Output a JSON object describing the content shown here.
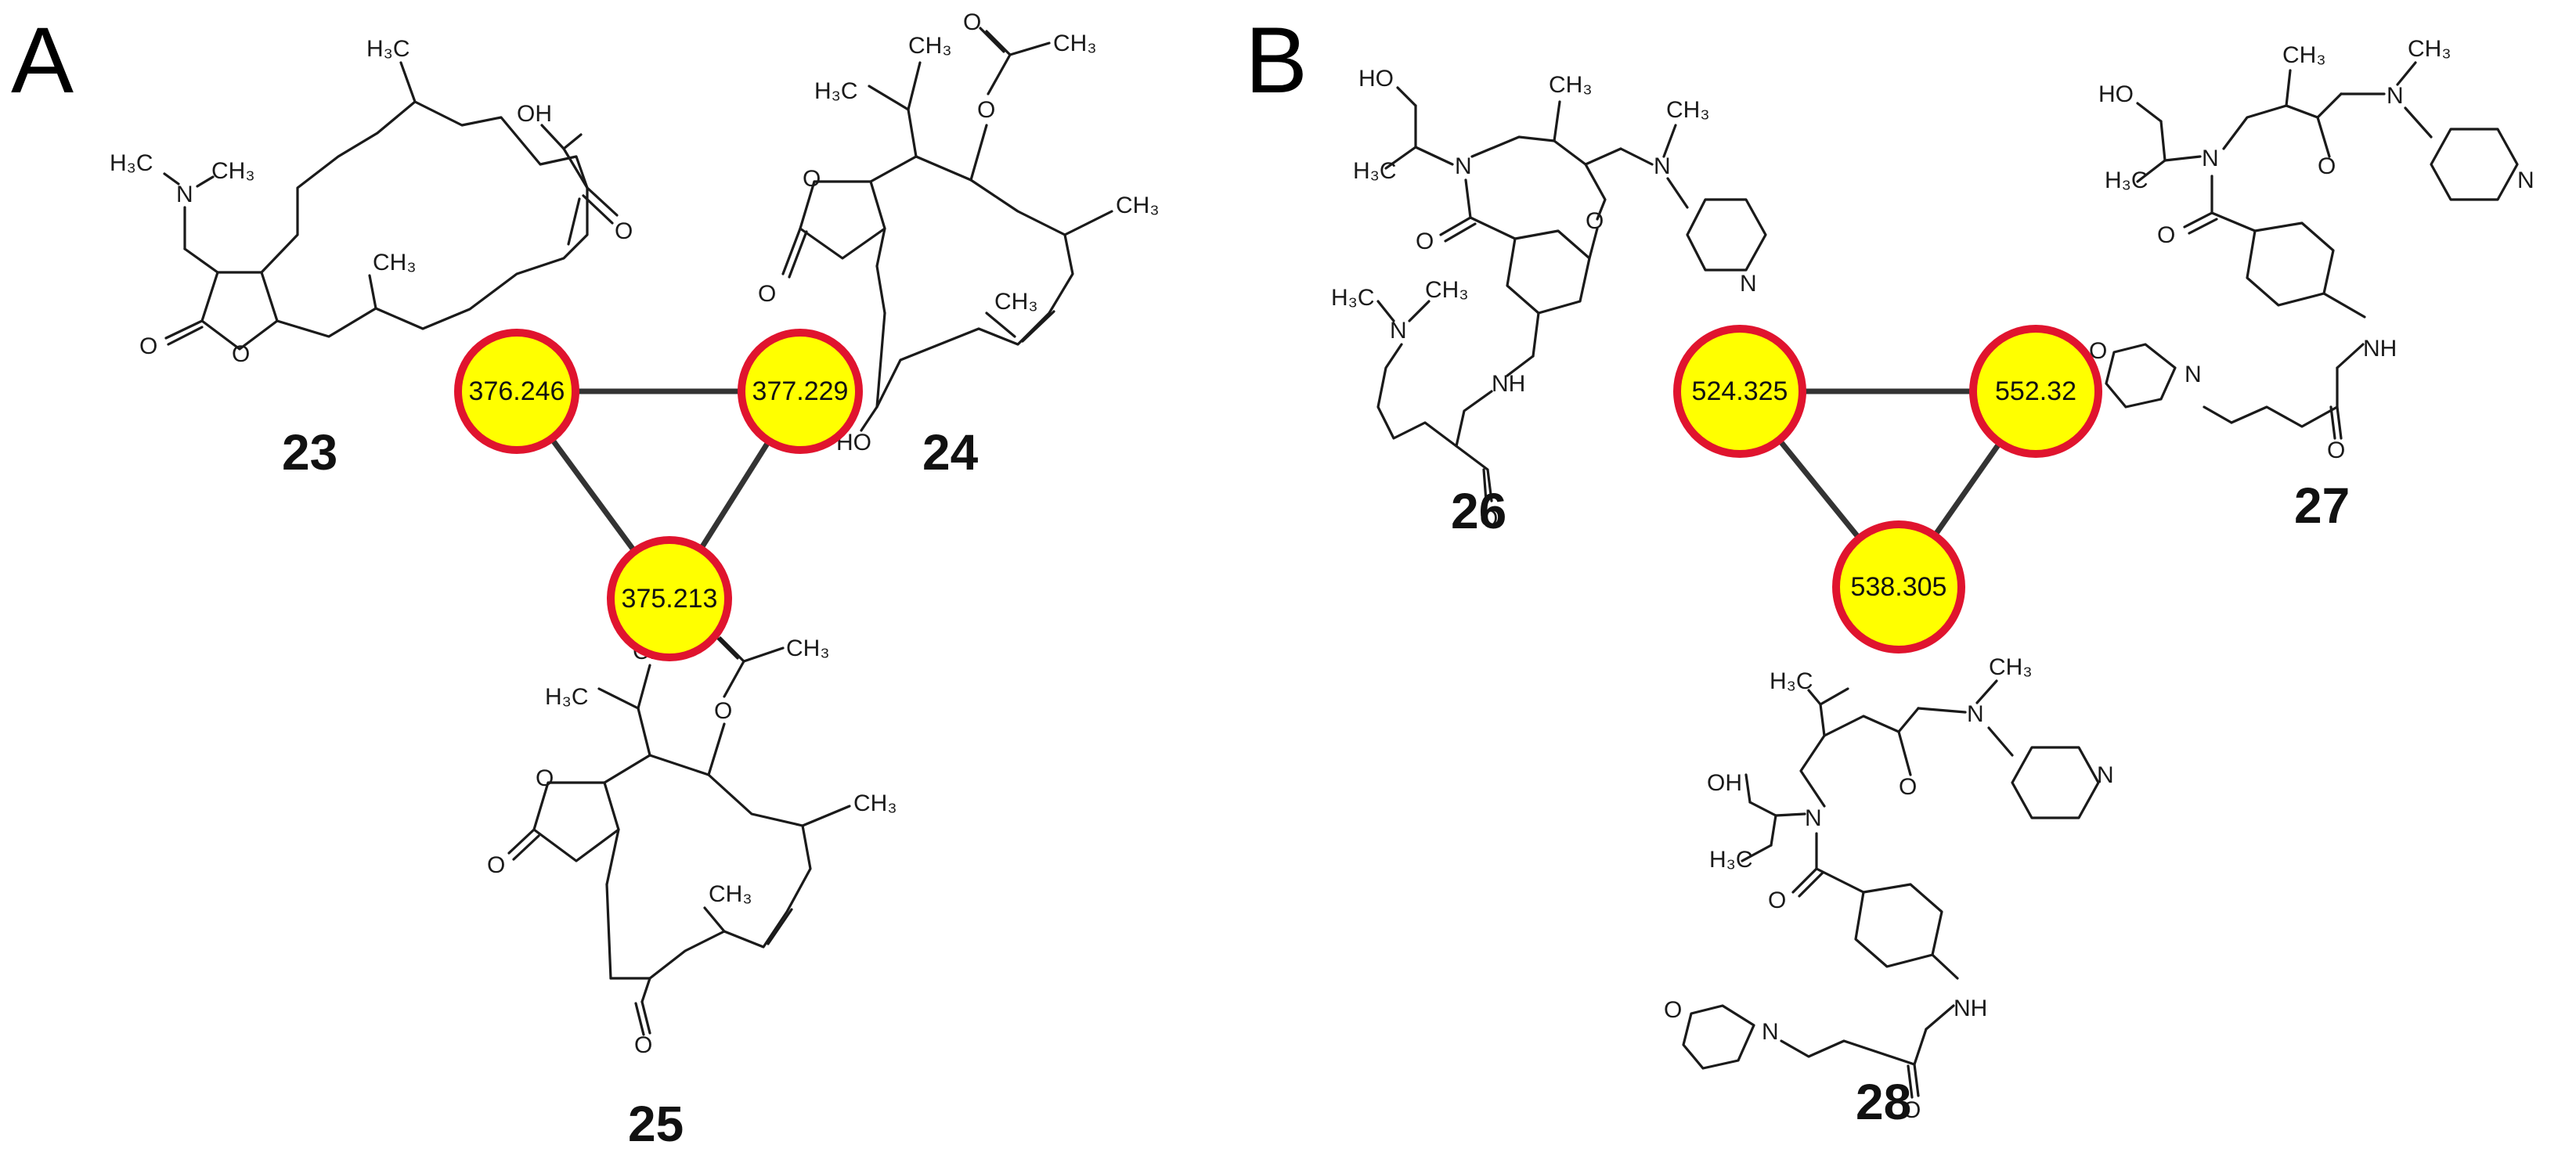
{
  "panels": [
    {
      "letter": "A"
    },
    {
      "letter": "B"
    }
  ],
  "compounds": {
    "c23": "23",
    "c24": "24",
    "c25": "25",
    "c26": "26",
    "c27": "27",
    "c28": "28"
  },
  "networks": {
    "A": {
      "nodes": [
        "376.246",
        "377.229",
        "375.213"
      ]
    },
    "B": {
      "nodes": [
        "524.325",
        "552.32",
        "538.305"
      ]
    }
  },
  "atoms": {
    "h3c": "H₃C",
    "ch3": "CH₃",
    "n": "N",
    "o": "O",
    "oh": "OH",
    "ho": "HO",
    "nh": "NH",
    "h3c_plain": "H₃C"
  },
  "colors": {
    "node_fill": "#ffff00",
    "node_stroke": "#e0142e",
    "edge": "#333333"
  }
}
